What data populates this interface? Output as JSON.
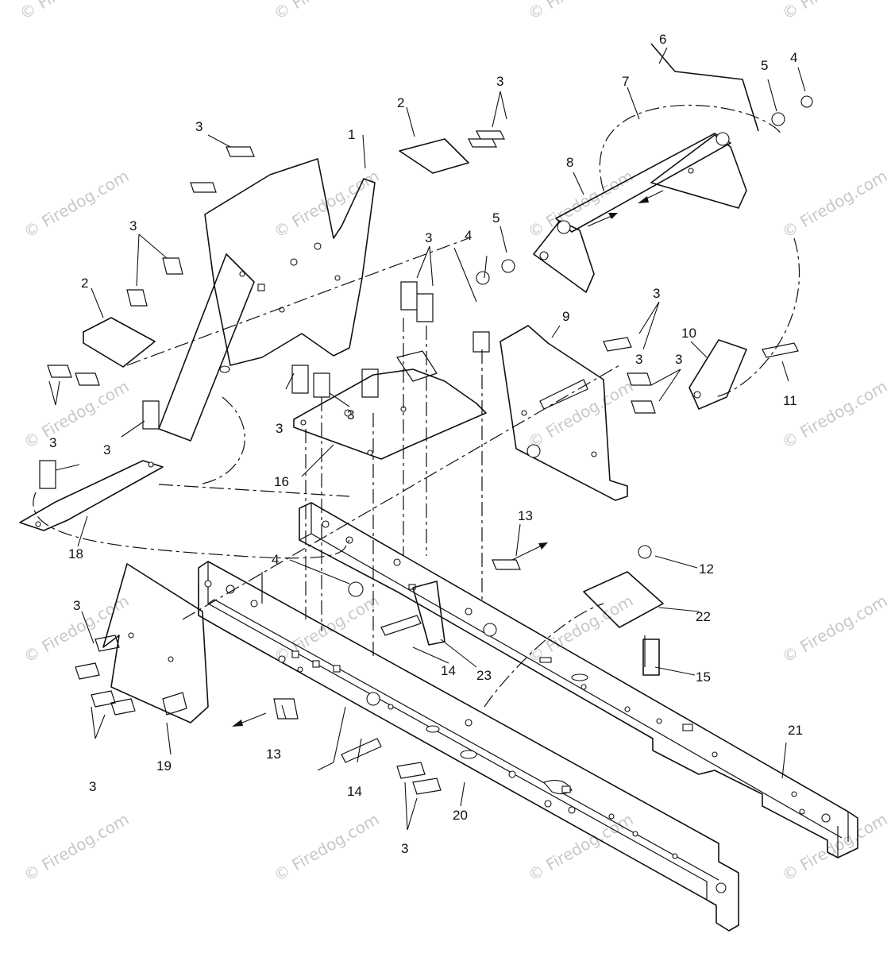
{
  "watermark": {
    "text": "© Firedog.com",
    "color": "#c8c8c8"
  },
  "callouts": [
    {
      "id": "c1",
      "text": "1"
    },
    {
      "id": "c2a",
      "text": "2"
    },
    {
      "id": "c2b",
      "text": "2"
    },
    {
      "id": "c3a",
      "text": "3"
    },
    {
      "id": "c3b",
      "text": "3"
    },
    {
      "id": "c3c",
      "text": "3"
    },
    {
      "id": "c3d",
      "text": "3"
    },
    {
      "id": "c3e",
      "text": "3"
    },
    {
      "id": "c3f",
      "text": "3"
    },
    {
      "id": "c3g",
      "text": "3"
    },
    {
      "id": "c3h",
      "text": "3"
    },
    {
      "id": "c3i",
      "text": "3"
    },
    {
      "id": "c3j",
      "text": "3"
    },
    {
      "id": "c3k",
      "text": "3"
    },
    {
      "id": "c3l",
      "text": "3"
    },
    {
      "id": "c3m",
      "text": "3"
    },
    {
      "id": "c3n",
      "text": "3"
    },
    {
      "id": "c4a",
      "text": "4"
    },
    {
      "id": "c4b",
      "text": "4"
    },
    {
      "id": "c4c",
      "text": "4"
    },
    {
      "id": "c5a",
      "text": "5"
    },
    {
      "id": "c5b",
      "text": "5"
    },
    {
      "id": "c6",
      "text": "6"
    },
    {
      "id": "c7",
      "text": "7"
    },
    {
      "id": "c8",
      "text": "8"
    },
    {
      "id": "c9",
      "text": "9"
    },
    {
      "id": "c10",
      "text": "10"
    },
    {
      "id": "c11",
      "text": "11"
    },
    {
      "id": "c12",
      "text": "12"
    },
    {
      "id": "c13a",
      "text": "13"
    },
    {
      "id": "c13b",
      "text": "13"
    },
    {
      "id": "c14a",
      "text": "14"
    },
    {
      "id": "c14b",
      "text": "14"
    },
    {
      "id": "c15",
      "text": "15"
    },
    {
      "id": "c16",
      "text": "16"
    },
    {
      "id": "c18",
      "text": "18"
    },
    {
      "id": "c19",
      "text": "19"
    },
    {
      "id": "c20",
      "text": "20"
    },
    {
      "id": "c21",
      "text": "21"
    },
    {
      "id": "c22",
      "text": "22"
    },
    {
      "id": "c23",
      "text": "23"
    }
  ]
}
